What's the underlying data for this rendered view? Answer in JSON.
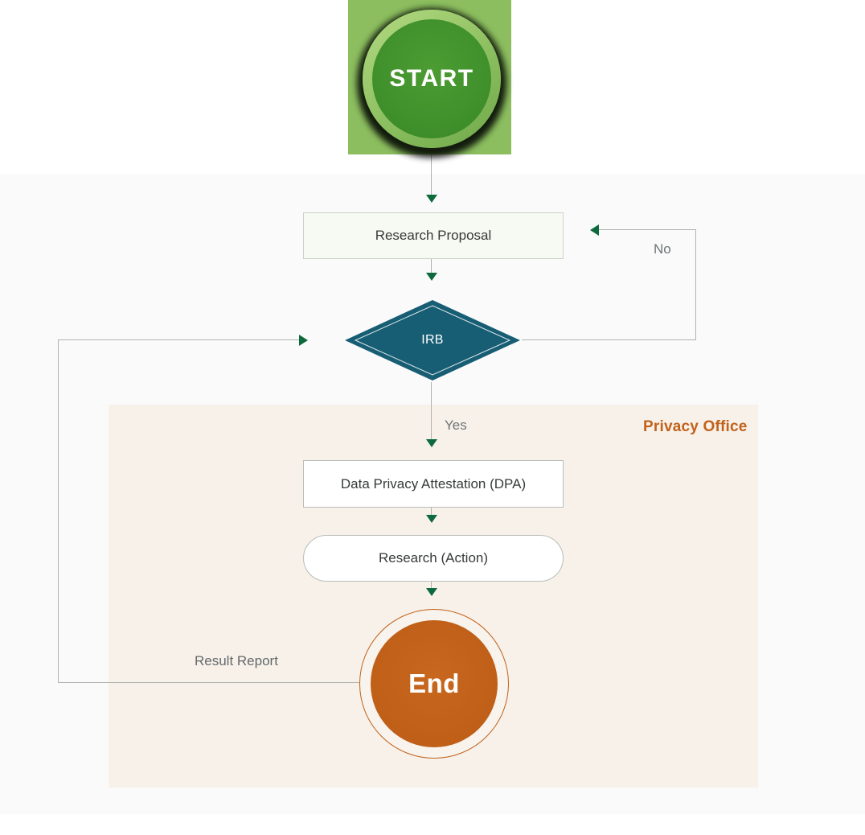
{
  "colors": {
    "canvas_bg": "#fafafa",
    "band_bg": "#ffffff",
    "privacy_region_bg": "#f7f1ea",
    "connector_gray": "#aeb3af",
    "arrow_green": "#0e6a3c",
    "start_fill": "#40912c",
    "start_ring": "#93c465",
    "start_square": "#8cbe5f",
    "irb_fill": "#175e74",
    "end_fill": "#bf5f18",
    "privacy_label": "#c2611a",
    "edge_label_gray": "#6e7476"
  },
  "nodes": {
    "start": {
      "label": "START"
    },
    "research_proposal": {
      "label": "Research Proposal"
    },
    "irb": {
      "label": "IRB"
    },
    "dpa": {
      "label": "Data Privacy Attestation (DPA)"
    },
    "research_action": {
      "label": "Research (Action)"
    },
    "end": {
      "label": "End"
    }
  },
  "edge_labels": {
    "yes": "Yes",
    "no": "No",
    "result_report": "Result Report"
  },
  "region": {
    "label": "Privacy Office"
  }
}
